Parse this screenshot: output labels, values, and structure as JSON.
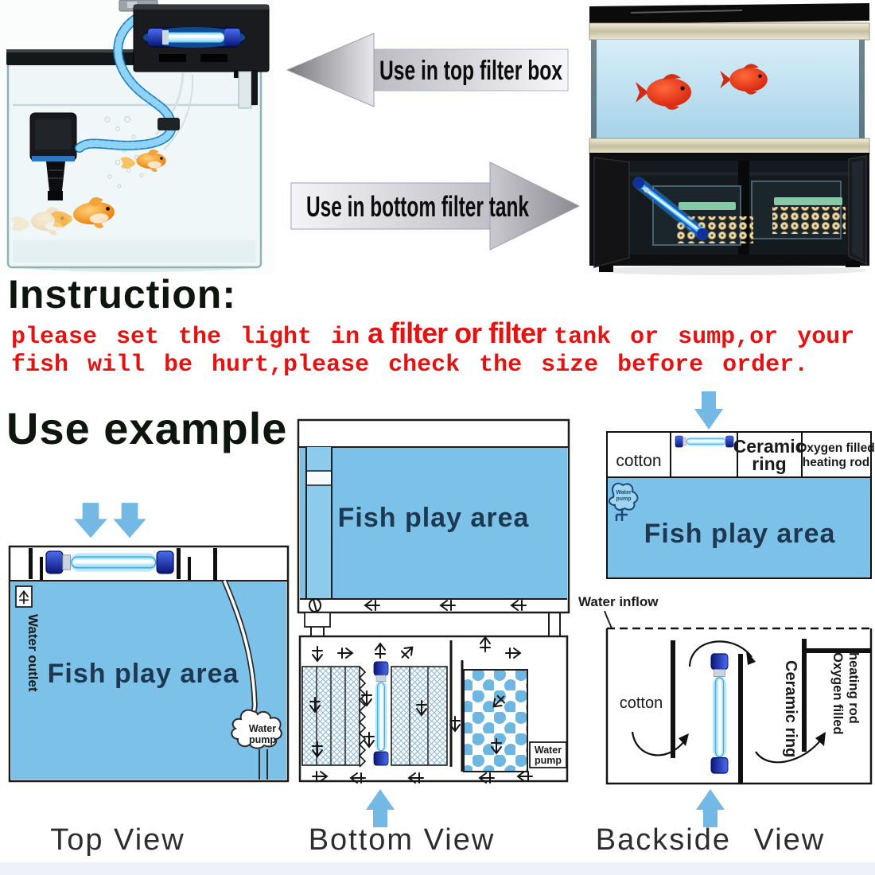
{
  "callouts": {
    "top_label": "Use in top filter box",
    "bottom_label": "Use in bottom filter tank"
  },
  "instruction": {
    "heading": "Instruction:",
    "warning_line1_mono_a": "please set the light in",
    "warning_line1_sans": "a filter or filter",
    "warning_line1_mono_b": "tank or sump,or your",
    "warning_line2": "fish will be hurt,please check the size before order."
  },
  "use_example_heading": "Use example",
  "diagram_labels": {
    "fish_play_area": "Fish play area",
    "water_outlet": "Water outlet",
    "water_pump_line1": "Water",
    "water_pump_line2": "pump",
    "water_inflow": "Water inflow",
    "cotton": "cotton",
    "ceramic_ring": "Ceramic ring",
    "ceramic_ring_line1": "Ceramic",
    "ceramic_ring_line2": "ring",
    "oxygen_rod_line1": "Oxygen filled",
    "oxygen_rod_line2": "heating rod"
  },
  "captions": {
    "top_view": "Top View",
    "bottom_view": "Bottom View",
    "backside_view": "Backside View"
  },
  "colors": {
    "water_fill": "#7cc2e8",
    "flow_arrow_blue": "#74b9e5",
    "uv_glow": "#3fbcf5",
    "uv_cap": "#1030a0",
    "warning_red": "#e51212",
    "heading_ink": "#0d160d",
    "diagram_ink": "#141414",
    "callout_silver": "#d9d9de"
  }
}
